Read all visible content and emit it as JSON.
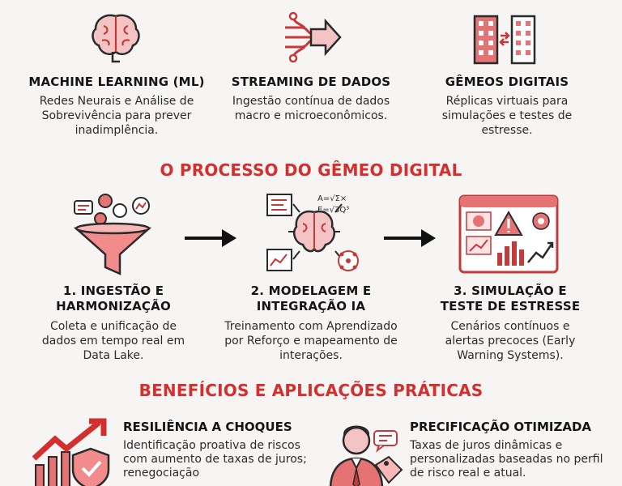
{
  "top": {
    "items": [
      {
        "title": "MACHINE LEARNING (ML)",
        "text": "Redes Neurais e Análise de Sobrevivência para prever inadimplência.",
        "icon": "brain-icon"
      },
      {
        "title": "STREAMING DE DADOS",
        "text": "Ingestão contínua de dados macro e microeconômicos.",
        "icon": "data-stream-icon"
      },
      {
        "title": "GÊMEOS DIGITAIS",
        "text": "Réplicas virtuais para simulações e testes de estresse.",
        "icon": "twin-buildings-icon"
      }
    ]
  },
  "process": {
    "title": "O PROCESSO DO GÊMEO DIGITAL",
    "steps": [
      {
        "title": "1. INGESTÃO E HARMONIZAÇÃO",
        "text": "Coleta e unificação de dados em tempo real em Data Lake.",
        "icon": "data-funnel-icon"
      },
      {
        "title": "2. MODELAGEM E INTEGRAÇÃO IA",
        "text": "Treinamento com Aprendizado por Reforço e mapeamento de interações.",
        "icon": "ai-brain-network-icon",
        "formula_1": "A=√Σ×",
        "formula_2": "E=√3Q³"
      },
      {
        "title": "3. SIMULAÇÃO E TESTE DE ESTRESSE",
        "text": "Cenários contínuos e alertas precoces (Early Warning Systems).",
        "icon": "dashboard-alert-icon"
      }
    ]
  },
  "benefits": {
    "title": "BENEFÍCIOS E APLICAÇÕES PRÁTICAS",
    "items": [
      {
        "title": "RESILIÊNCIA A CHOQUES",
        "text": "Identificação proativa de riscos com aumento de taxas de juros; renegociação",
        "icon": "growth-shield-icon"
      },
      {
        "title": "PRECIFICAÇÃO OTIMIZADA",
        "text": "Taxas de juros dinâmicas e personalizadas baseadas no perfil de risco real e atual.",
        "icon": "person-price-tag-icon"
      }
    ]
  },
  "colors": {
    "accent": "#d32f2f",
    "accent_light": "#f3b8b8",
    "dark": "#1f1f1f"
  }
}
